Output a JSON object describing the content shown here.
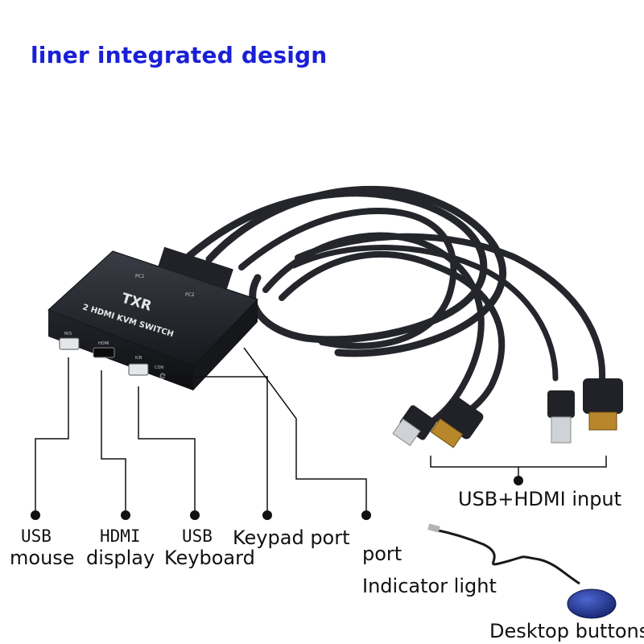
{
  "heading": "liner integrated design",
  "device": {
    "brand": "TXR",
    "model_text": "2 HDMI KVM SWITCH",
    "port_pc1": "PC1",
    "port_pc2": "PC2",
    "port_ms": "M/S",
    "port_hdmi": "HDMI",
    "port_kb": "K/B",
    "port_con": "CON"
  },
  "labels": {
    "usb_mouse_line1": "USB",
    "usb_mouse_line2": "mouse",
    "hdmi_display_line1": "HDMI",
    "hdmi_display_line2": "display",
    "usb_keyboard_line1": "USB",
    "usb_keyboard_line2": "Keyboard",
    "keypad_port": "Keypad port",
    "port": "port",
    "indicator_light": "Indicator light",
    "usb_hdmi_input": "USB+HDMI input",
    "desktop_buttons": "Desktop buttons"
  },
  "colors": {
    "heading": "#1a20d6",
    "device_body": "#1b1d22",
    "cable": "#24262c",
    "button_blue": "#22389a"
  }
}
